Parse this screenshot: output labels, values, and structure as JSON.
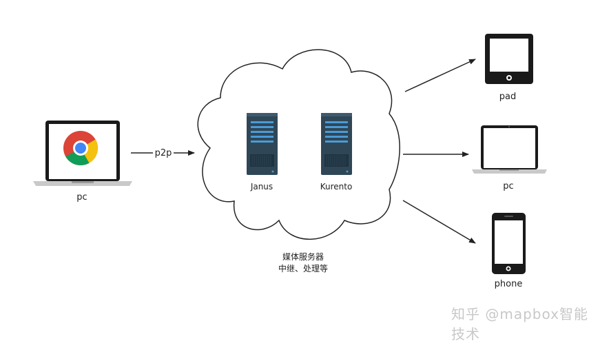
{
  "source_device": {
    "label": "pc"
  },
  "link": {
    "label": "p2p"
  },
  "servers": [
    {
      "label": "Janus"
    },
    {
      "label": "Kurento"
    }
  ],
  "cloud_caption": {
    "line1": "媒体服务器",
    "line2": "中继、处理等"
  },
  "targets": [
    {
      "label": "pad"
    },
    {
      "label": "pc"
    },
    {
      "label": "phone"
    }
  ],
  "watermark": "知乎 @mapbox智能技术",
  "colors": {
    "server_body": "#2f4656",
    "server_slot": "#4a9bd6",
    "device_frame": "#1a1a1a",
    "chrome_red": "#db4437",
    "chrome_yellow": "#f4c20d",
    "chrome_green": "#0f9d58",
    "chrome_blue": "#4285f4"
  }
}
